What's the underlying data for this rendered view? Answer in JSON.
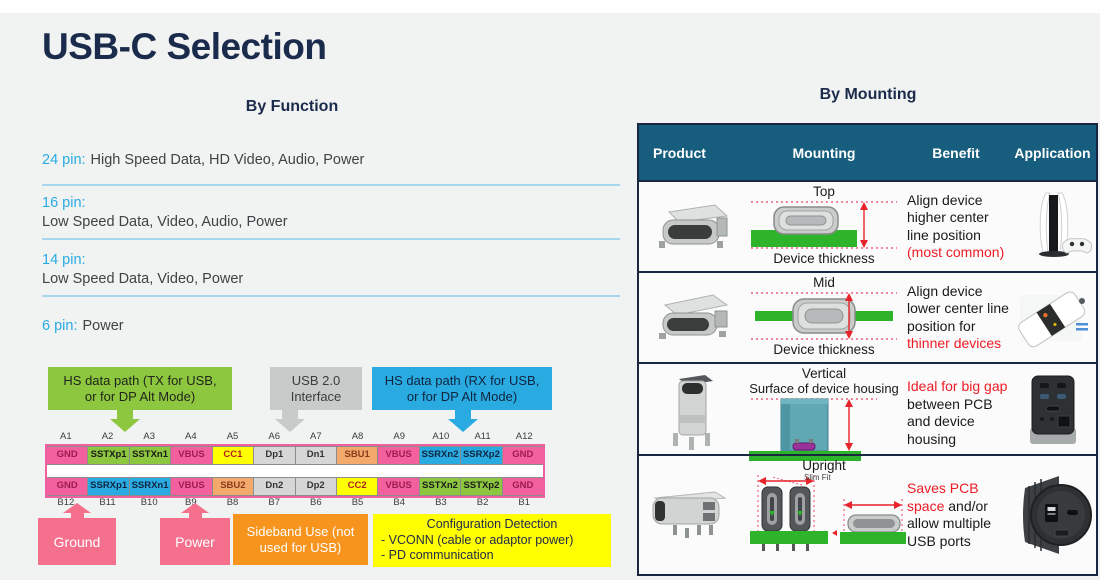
{
  "title": "USB-C Selection",
  "colors": {
    "accent_blue": "#29abe2",
    "navy_heading": "#1b2b4b",
    "table_header_teal": "#175e7e",
    "red_accent": "#ed1c24",
    "pcb_green": "#2eb42a",
    "divider_blue": "#a9d6ec",
    "legend_pink": "#f4708d",
    "legend_orange": "#f7941e",
    "legend_yellow": "#ffff00"
  },
  "function_section": {
    "heading": "By Function",
    "items": [
      {
        "label": "24 pin:",
        "desc": "High Speed Data, HD Video, Audio, Power"
      },
      {
        "label": "16 pin:",
        "desc": "Low Speed Data, Video, Audio, Power"
      },
      {
        "label": "14 pin:",
        "desc": "Low Speed Data, Video, Power"
      },
      {
        "label": "6 pin:",
        "desc": "Power"
      }
    ],
    "diagram": {
      "tx_box": "HS data path (TX for USB, or for DP Alt Mode)",
      "usb2_box": "USB 2.0 Interface",
      "rx_box": "HS data path (RX for USB, or for DP Alt Mode)",
      "pin_colors": {
        "pink": {
          "bg": "#f2609e",
          "fg": "#9e1c4e"
        },
        "green": {
          "bg": "#8dc63f",
          "fg": "#1a1a1a"
        },
        "blue": {
          "bg": "#29abe2",
          "fg": "#10243e"
        },
        "yellow": {
          "bg": "#ffff00",
          "fg": "#b01e24"
        },
        "gray": {
          "bg": "#d6d6d6",
          "fg": "#333333"
        },
        "tan": {
          "bg": "#f2a96b",
          "fg": "#8c3a1d"
        }
      },
      "pin_table": {
        "top_labels": [
          "A1",
          "A2",
          "A3",
          "A4",
          "A5",
          "A6",
          "A7",
          "A8",
          "A9",
          "A10",
          "A11",
          "A12"
        ],
        "top_pins": [
          {
            "name": "GND",
            "type": "pink"
          },
          {
            "name": "SSTXp1",
            "type": "green"
          },
          {
            "name": "SSTXn1",
            "type": "green"
          },
          {
            "name": "VBUS",
            "type": "pink"
          },
          {
            "name": "CC1",
            "type": "yellow"
          },
          {
            "name": "Dp1",
            "type": "gray"
          },
          {
            "name": "Dn1",
            "type": "gray"
          },
          {
            "name": "SBU1",
            "type": "tan"
          },
          {
            "name": "VBUS",
            "type": "pink"
          },
          {
            "name": "SSRXn2",
            "type": "blue"
          },
          {
            "name": "SSRXp2",
            "type": "blue"
          },
          {
            "name": "GND",
            "type": "pink"
          }
        ],
        "bottom_pins": [
          {
            "name": "GND",
            "type": "pink"
          },
          {
            "name": "SSRXp1",
            "type": "blue"
          },
          {
            "name": "SSRXn1",
            "type": "blue"
          },
          {
            "name": "VBUS",
            "type": "pink"
          },
          {
            "name": "SBU2",
            "type": "tan"
          },
          {
            "name": "Dn2",
            "type": "gray"
          },
          {
            "name": "Dp2",
            "type": "gray"
          },
          {
            "name": "CC2",
            "type": "yellow"
          },
          {
            "name": "VBUS",
            "type": "pink"
          },
          {
            "name": "SSTXn2",
            "type": "green"
          },
          {
            "name": "SSTXp2",
            "type": "green"
          },
          {
            "name": "GND",
            "type": "pink"
          }
        ],
        "bottom_labels": [
          "B12",
          "B11",
          "B10",
          "B9",
          "B8",
          "B7",
          "B6",
          "B5",
          "B4",
          "B3",
          "B2",
          "B1"
        ]
      },
      "legend": {
        "ground": "Ground",
        "power": "Power",
        "sideband": "Sideband Use (not used for USB)",
        "config_title": "Configuration Detection",
        "config_line1": "- VCONN (cable or adaptor power)",
        "config_line2": "- PD communication"
      }
    }
  },
  "mounting_section": {
    "heading": "By Mounting",
    "columns": [
      "Product",
      "Mounting",
      "Benefit",
      "Application"
    ],
    "rows": [
      {
        "mounting_label": "Top",
        "caption": "Device thickness",
        "benefit": [
          {
            "text": "Align device higher center line position ",
            "red": false
          },
          {
            "text": "(most common)",
            "red": true
          }
        ],
        "product_image": "top-mount-usb-c-connector",
        "application_image": "game-console-with-controller"
      },
      {
        "mounting_label": "Mid",
        "caption": "Device thickness",
        "benefit": [
          {
            "text": "Align device lower center line position for ",
            "red": false
          },
          {
            "text": "thinner devices",
            "red": true
          }
        ],
        "product_image": "mid-mount-usb-c-connector",
        "application_image": "smartphone"
      },
      {
        "mounting_label": "Vertical",
        "sub_label": "Surface of device housing",
        "benefit": [
          {
            "text": "Ideal for big gap ",
            "red": true
          },
          {
            "text": "between PCB and device housing",
            "red": false
          }
        ],
        "product_image": "vertical-mount-usb-c-connector",
        "application_image": "power-hub"
      },
      {
        "mounting_label": "Upright",
        "slim_fit_label": "Slim Fit",
        "benefit": [
          {
            "text": "Saves PCB space ",
            "red": true
          },
          {
            "text": "and/or allow multiple USB ports",
            "red": false
          }
        ],
        "product_image": "upright-mount-usb-c-connector",
        "application_image": "car-charger"
      }
    ]
  }
}
